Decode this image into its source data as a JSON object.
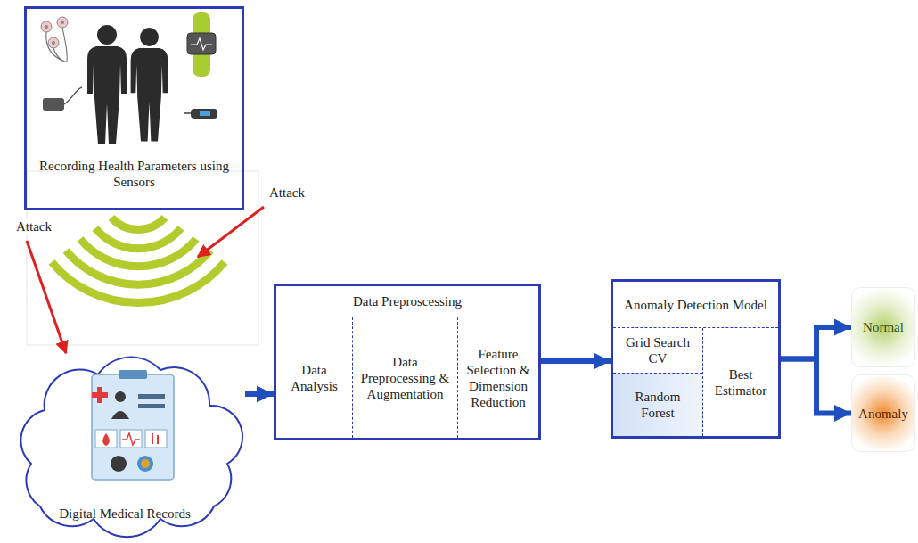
{
  "diagram": {
    "nodes": [
      {
        "text": [
          "Recording Health Parameters using Sensors"
        ]
      },
      {
        "text": [
          "Digital Medical Records"
        ]
      },
      {
        "text": [
          "Data Preproscessing"
        ]
      },
      {
        "text": [
          "Data Analysis"
        ],
        "in": 2
      },
      {
        "text": [
          "Data Preprocessing & Augmentation"
        ],
        "in": 2
      },
      {
        "text": [
          "Feature Selection & Dimension Reduction"
        ],
        "in": 2
      },
      {
        "text": [
          "Anomaly Detection Model"
        ]
      },
      {
        "text": [
          "Grid Search CV"
        ],
        "in": 6
      },
      {
        "text": [
          "Random Forest"
        ],
        "in": 6
      },
      {
        "text": [
          "Best Estimator"
        ],
        "in": 6
      },
      {
        "text": [
          "Normal"
        ]
      },
      {
        "text": [
          "Anomaly"
        ]
      }
    ],
    "edges": [
      {
        "from": 1,
        "to": 2,
        "arrow": "to"
      },
      {
        "from": 2,
        "to": 6,
        "arrow": "to"
      },
      {
        "from": 6,
        "to": 10,
        "arrow": "to"
      },
      {
        "from": 6,
        "to": 11,
        "arrow": "to"
      }
    ],
    "labels": [
      "Attack",
      "Attack"
    ]
  }
}
